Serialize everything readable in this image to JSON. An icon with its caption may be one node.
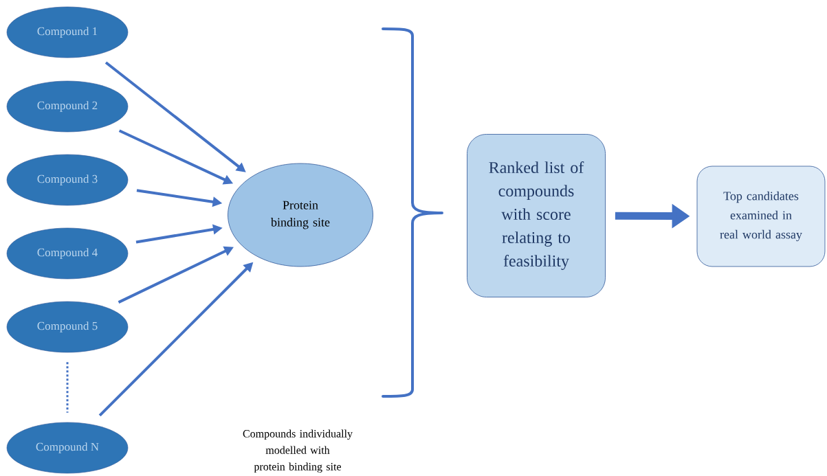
{
  "diagram": {
    "nodes": [
      {
        "text": [
          "Compound 1"
        ]
      },
      {
        "text": [
          "Compound 2"
        ]
      },
      {
        "text": [
          "Compound 3"
        ]
      },
      {
        "text": [
          "Compound 4"
        ]
      },
      {
        "text": [
          "Compound 5"
        ]
      },
      {
        "text": [
          "Compound N"
        ]
      },
      {
        "text": [
          "Protein binding site"
        ]
      },
      {
        "text": [
          "Ranked list of compounds with score relating to feasibility"
        ]
      },
      {
        "text": [
          "Top candidates examined in real world assay"
        ]
      }
    ],
    "edges": [
      {
        "from": 0,
        "to": 6,
        "arrow": "to"
      },
      {
        "from": 1,
        "to": 6,
        "arrow": "to"
      },
      {
        "from": 2,
        "to": 6,
        "arrow": "to"
      },
      {
        "from": 3,
        "to": 6,
        "arrow": "to"
      },
      {
        "from": 4,
        "to": 6,
        "arrow": "to"
      },
      {
        "from": 5,
        "to": 6,
        "arrow": "to"
      },
      {
        "from": 4,
        "to": 5,
        "arrow": "none",
        "style": "dashed"
      },
      {
        "from": 7,
        "to": 8,
        "arrow": "to",
        "style": "thick"
      }
    ],
    "labels": [
      "Compounds individually modelled with protein binding site"
    ]
  }
}
